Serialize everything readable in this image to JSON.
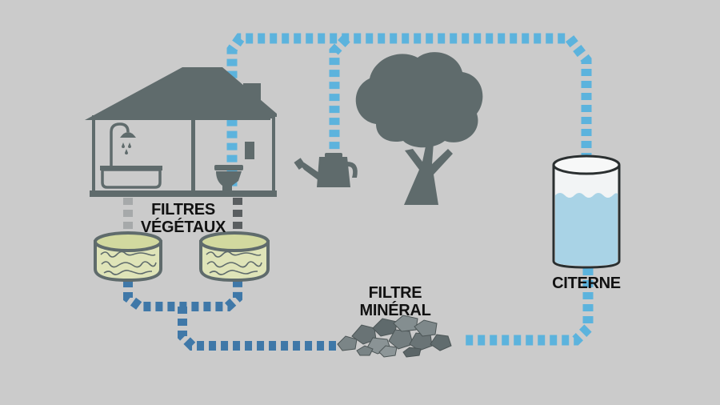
{
  "labels": {
    "filtres_vegetaux_line1": "FILTRES",
    "filtres_vegetaux_line2": "VÉGÉTAUX",
    "filtre_mineral_line1": "FILTRE",
    "filtre_mineral_line2": "MINÉRAL",
    "citerne": "CITERNE"
  },
  "colors": {
    "background": "#cbcbcb",
    "icon_gray": "#5f6b6c",
    "clean_water": "#5cb3dd",
    "filtered_water": "#3f78a8",
    "gray_water": "#a6a9aa",
    "black_water": "#5a5e60",
    "filter_fill": "#dfe4b8",
    "tank_water": "#a9d3e6",
    "text": "#111111"
  },
  "icons": [
    "house-icon",
    "shower-icon",
    "bathtub-icon",
    "toilet-icon",
    "watering-can-icon",
    "tree-icon",
    "planted-filter-icon",
    "gravel-icon",
    "water-tank-icon"
  ]
}
